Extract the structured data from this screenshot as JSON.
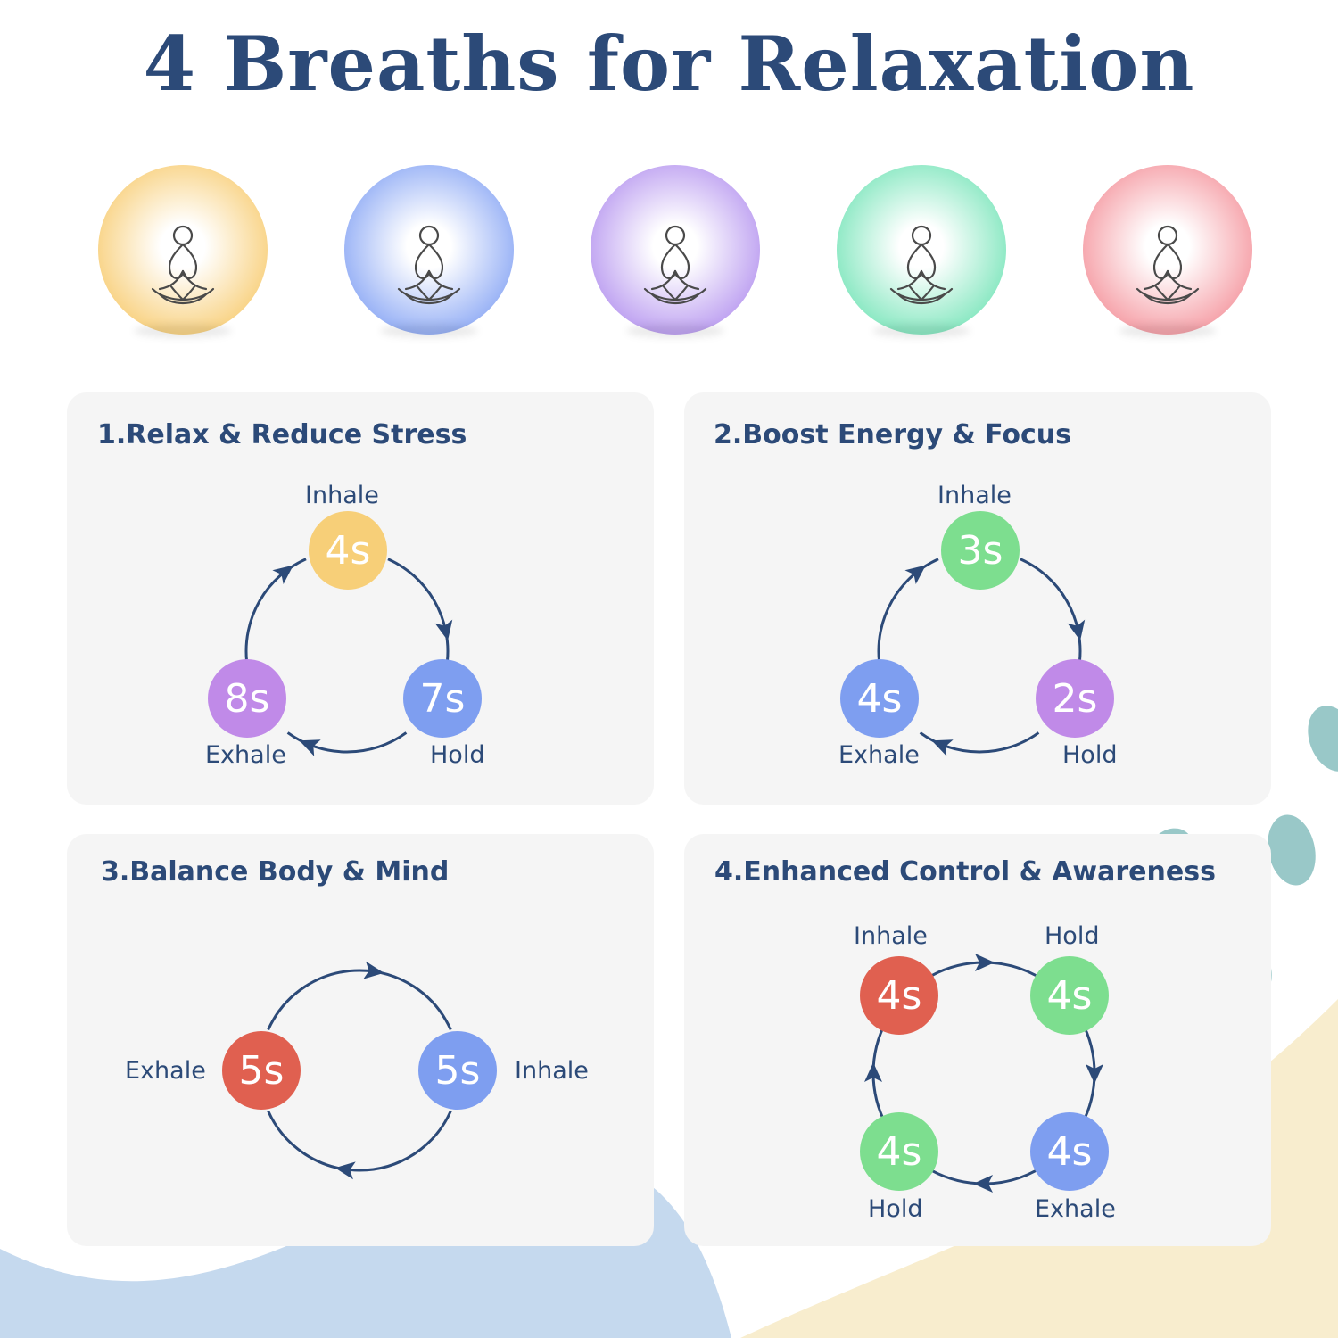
{
  "title": "4 Breaths for Relaxation",
  "lamps": [
    {
      "name": "amber",
      "color": "#f8cf7a"
    },
    {
      "name": "blue",
      "color": "#8eaaf5"
    },
    {
      "name": "violet",
      "color": "#b99af0"
    },
    {
      "name": "green",
      "color": "#7fe6bd"
    },
    {
      "name": "red",
      "color": "#f59aa2"
    }
  ],
  "colors": {
    "yellow": "#f7cf78",
    "blue": "#7e9ef0",
    "purple": "#c08ae8",
    "green": "#7dde8f",
    "red": "#e06050",
    "arrow": "#2c4a78"
  },
  "panels": [
    {
      "title": "1.Relax & Reduce Stress",
      "steps": [
        {
          "label": "Inhale",
          "value": "4s",
          "color": "yellow"
        },
        {
          "label": "Hold",
          "value": "7s",
          "color": "blue"
        },
        {
          "label": "Exhale",
          "value": "8s",
          "color": "purple"
        }
      ]
    },
    {
      "title": "2.Boost Energy & Focus",
      "steps": [
        {
          "label": "Inhale",
          "value": "3s",
          "color": "green"
        },
        {
          "label": "Hold",
          "value": "2s",
          "color": "purple"
        },
        {
          "label": "Exhale",
          "value": "4s",
          "color": "blue"
        }
      ]
    },
    {
      "title": "3.Balance Body & Mind",
      "steps": [
        {
          "label": "Inhale",
          "value": "5s",
          "color": "blue"
        },
        {
          "label": "Exhale",
          "value": "5s",
          "color": "red"
        }
      ]
    },
    {
      "title": "4.Enhanced Control & Awareness",
      "steps": [
        {
          "label": "Inhale",
          "value": "4s",
          "color": "red"
        },
        {
          "label": "Hold",
          "value": "4s",
          "color": "green"
        },
        {
          "label": "Exhale",
          "value": "4s",
          "color": "blue"
        },
        {
          "label": "Hold",
          "value": "4s",
          "color": "green"
        }
      ]
    }
  ]
}
